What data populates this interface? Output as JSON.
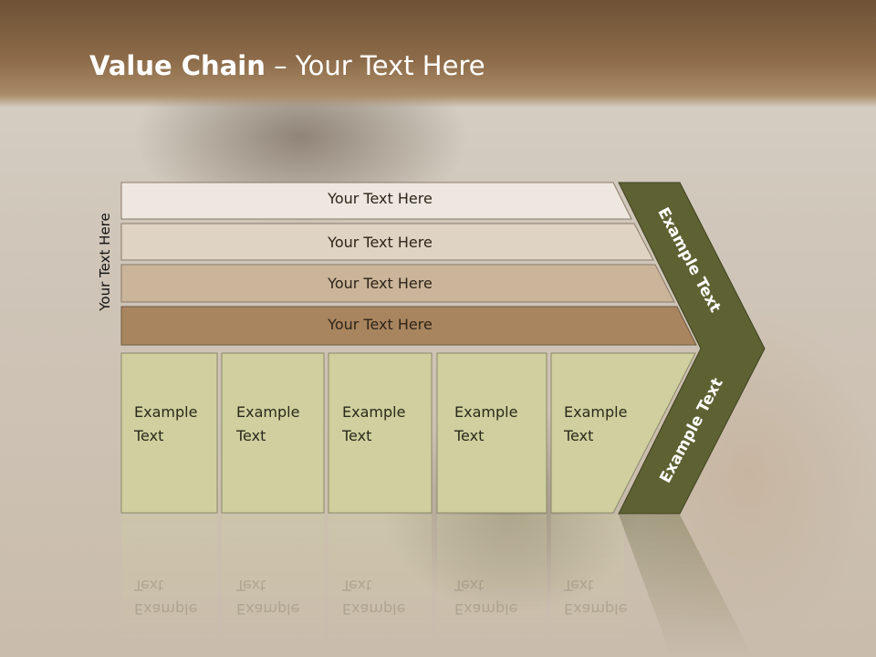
{
  "title": {
    "bold": "Value Chain",
    "rest": " – Your Text Here"
  },
  "vertical_label": "Your Text Here",
  "bars": [
    {
      "label": "Your Text Here",
      "color": "#ede7e0"
    },
    {
      "label": "Your Text Here",
      "color": "#dfd3c4"
    },
    {
      "label": "Your Text Here",
      "color": "#cbb59a"
    },
    {
      "label": "Your Text Here",
      "color": "#a9855f"
    }
  ],
  "boxes": [
    {
      "label": "Example Text"
    },
    {
      "label": "Example Text"
    },
    {
      "label": "Example Text"
    },
    {
      "label": "Example Text"
    },
    {
      "label": "Example Text"
    }
  ],
  "chevron": {
    "upper_label": "Example Text",
    "lower_label": "Example Text"
  },
  "colors": {
    "chevron": "#5e6132",
    "box_fill": "#cfcf9f",
    "header": "#7d5e3f"
  }
}
